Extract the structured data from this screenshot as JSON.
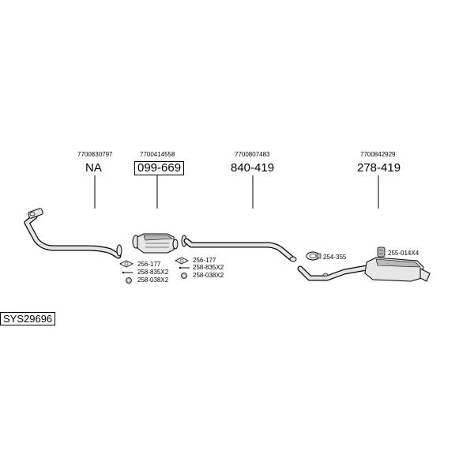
{
  "system_code": "SYS29696",
  "parts": [
    {
      "oe_number": "7700830797",
      "part_number": "NA"
    },
    {
      "oe_number": "7700414558",
      "part_number": "099-669"
    },
    {
      "oe_number": "7700807483",
      "part_number": "840-419"
    },
    {
      "oe_number": "7700842929",
      "part_number": "278-419"
    }
  ],
  "accessories": {
    "group1": [
      "256-177",
      "258-835X2",
      "258-038X2"
    ],
    "group2": [
      "256-177",
      "258-835X2",
      "258-038X2"
    ],
    "clamp": "254-355",
    "mount": "255-014X4"
  },
  "colors": {
    "line": "#000000",
    "part_fill": "#e6e6e6",
    "part_shade": "#b8b8b8"
  }
}
